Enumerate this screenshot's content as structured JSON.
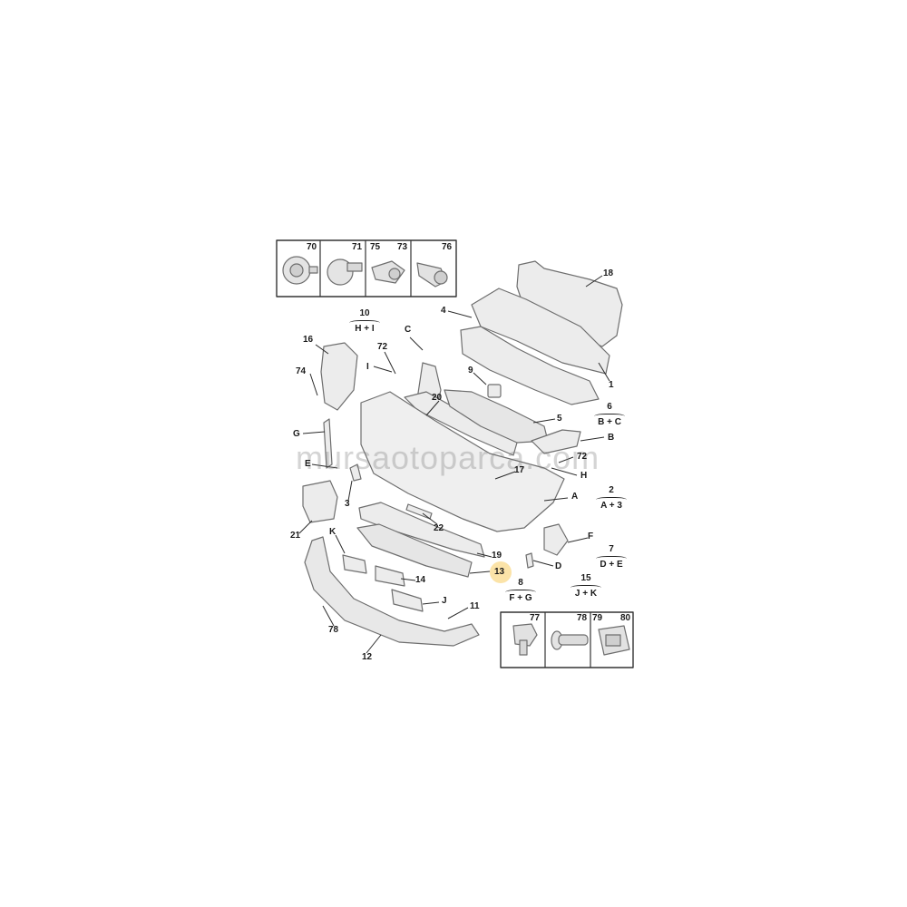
{
  "labels": {
    "70": "70",
    "71": "71",
    "75": "75",
    "73": "73",
    "76": "76",
    "18": "18",
    "4": "4",
    "1": "1",
    "10": "10",
    "16": "16",
    "72a": "72",
    "C": "C",
    "I": "I",
    "74": "74",
    "9": "9",
    "20": "20",
    "6": "6",
    "5": "5",
    "B": "B",
    "G": "G",
    "72b": "72",
    "E": "E",
    "17": "17",
    "H": "H",
    "2": "2",
    "A": "A",
    "3": "3",
    "22": "22",
    "21": "21",
    "K": "K",
    "F": "F",
    "7": "7",
    "19": "19",
    "13": "13",
    "D": "D",
    "14": "14",
    "15": "15",
    "8": "8",
    "J": "J",
    "11": "11",
    "78a": "78",
    "12": "12",
    "77": "77",
    "78b": "78",
    "79": "79",
    "80": "80"
  },
  "groups": {
    "g10": {
      "num": "10",
      "formula": "H + I"
    },
    "g6": {
      "num": "6",
      "formula": "B + C"
    },
    "g2": {
      "num": "2",
      "formula": "A + 3"
    },
    "g7": {
      "num": "7",
      "formula": "D + E"
    },
    "g8": {
      "num": "8",
      "formula": "F + G"
    },
    "g15": {
      "num": "15",
      "formula": "J + K"
    }
  },
  "highlight_label": "13",
  "watermark": "mursaotoparca.com",
  "colors": {
    "line": "#2a2a2a",
    "part_fill": "#ececec",
    "part_stroke": "#6e6e6e",
    "highlight": "#fbe3a8"
  }
}
